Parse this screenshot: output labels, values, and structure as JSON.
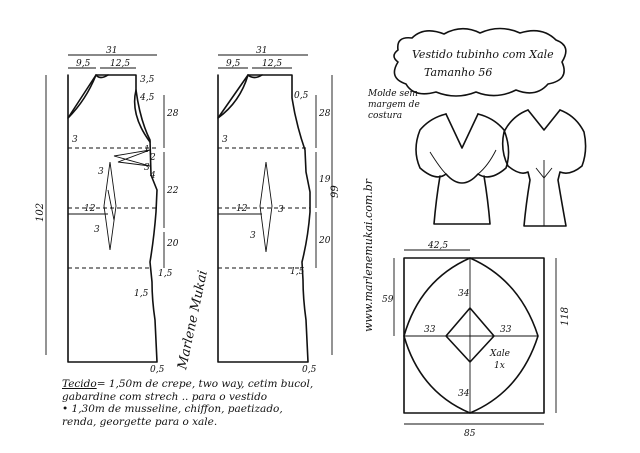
{
  "title": {
    "line1": "Vestido tubinho com Xale",
    "line2": "Tamanho 56"
  },
  "molde_note": [
    "Molde sem",
    "margem de",
    "costura"
  ],
  "website": "www.marlenemukai.com.br",
  "signature": "Marlene Mukai",
  "front_pattern": {
    "width_total": "31",
    "neck_width": "9,5",
    "shoulder": "12,5",
    "neck_drop": "3,5",
    "armhole_depth": "4,5",
    "armhole_height": "28",
    "shoulder_drop": "3",
    "dart_marks": [
      "1",
      "2",
      "3",
      "4"
    ],
    "dart_top": "3",
    "dart_bottom": "3",
    "bust_to_waist": "22",
    "hip_width": "12",
    "side_20": "20",
    "length": "102",
    "hem_15": "1,5",
    "hem_05": "0,5",
    "waist_15": "1,5"
  },
  "back_pattern": {
    "width_total": "31",
    "neck_width": "9,5",
    "shoulder": "12,5",
    "neck_drop": "0,5",
    "shoulder_drop": "3",
    "armhole_height": "28",
    "side_19": "19",
    "side_20": "20",
    "length": "99",
    "hip_width": "12",
    "dart_bottom": "3",
    "dart_top": "3",
    "hem_15": "1,5",
    "hem_05": "0,5"
  },
  "xale": {
    "width": "42,5",
    "height": "59",
    "inner_top": "34",
    "left": "33",
    "right": "33",
    "inner_bottom": "34",
    "bottom": "85",
    "side": "118",
    "label": "Xale",
    "qty": "1x"
  },
  "fabric": {
    "label": "Tecido",
    "line1": "= 1,50m de crepe, two way, cetim bucol,",
    "line2": "gabardine com strech .. para o vestido",
    "line3": "• 1,30m     de musseline, chiffon, paetizado,",
    "line4": "renda, georgette   para o xale."
  }
}
